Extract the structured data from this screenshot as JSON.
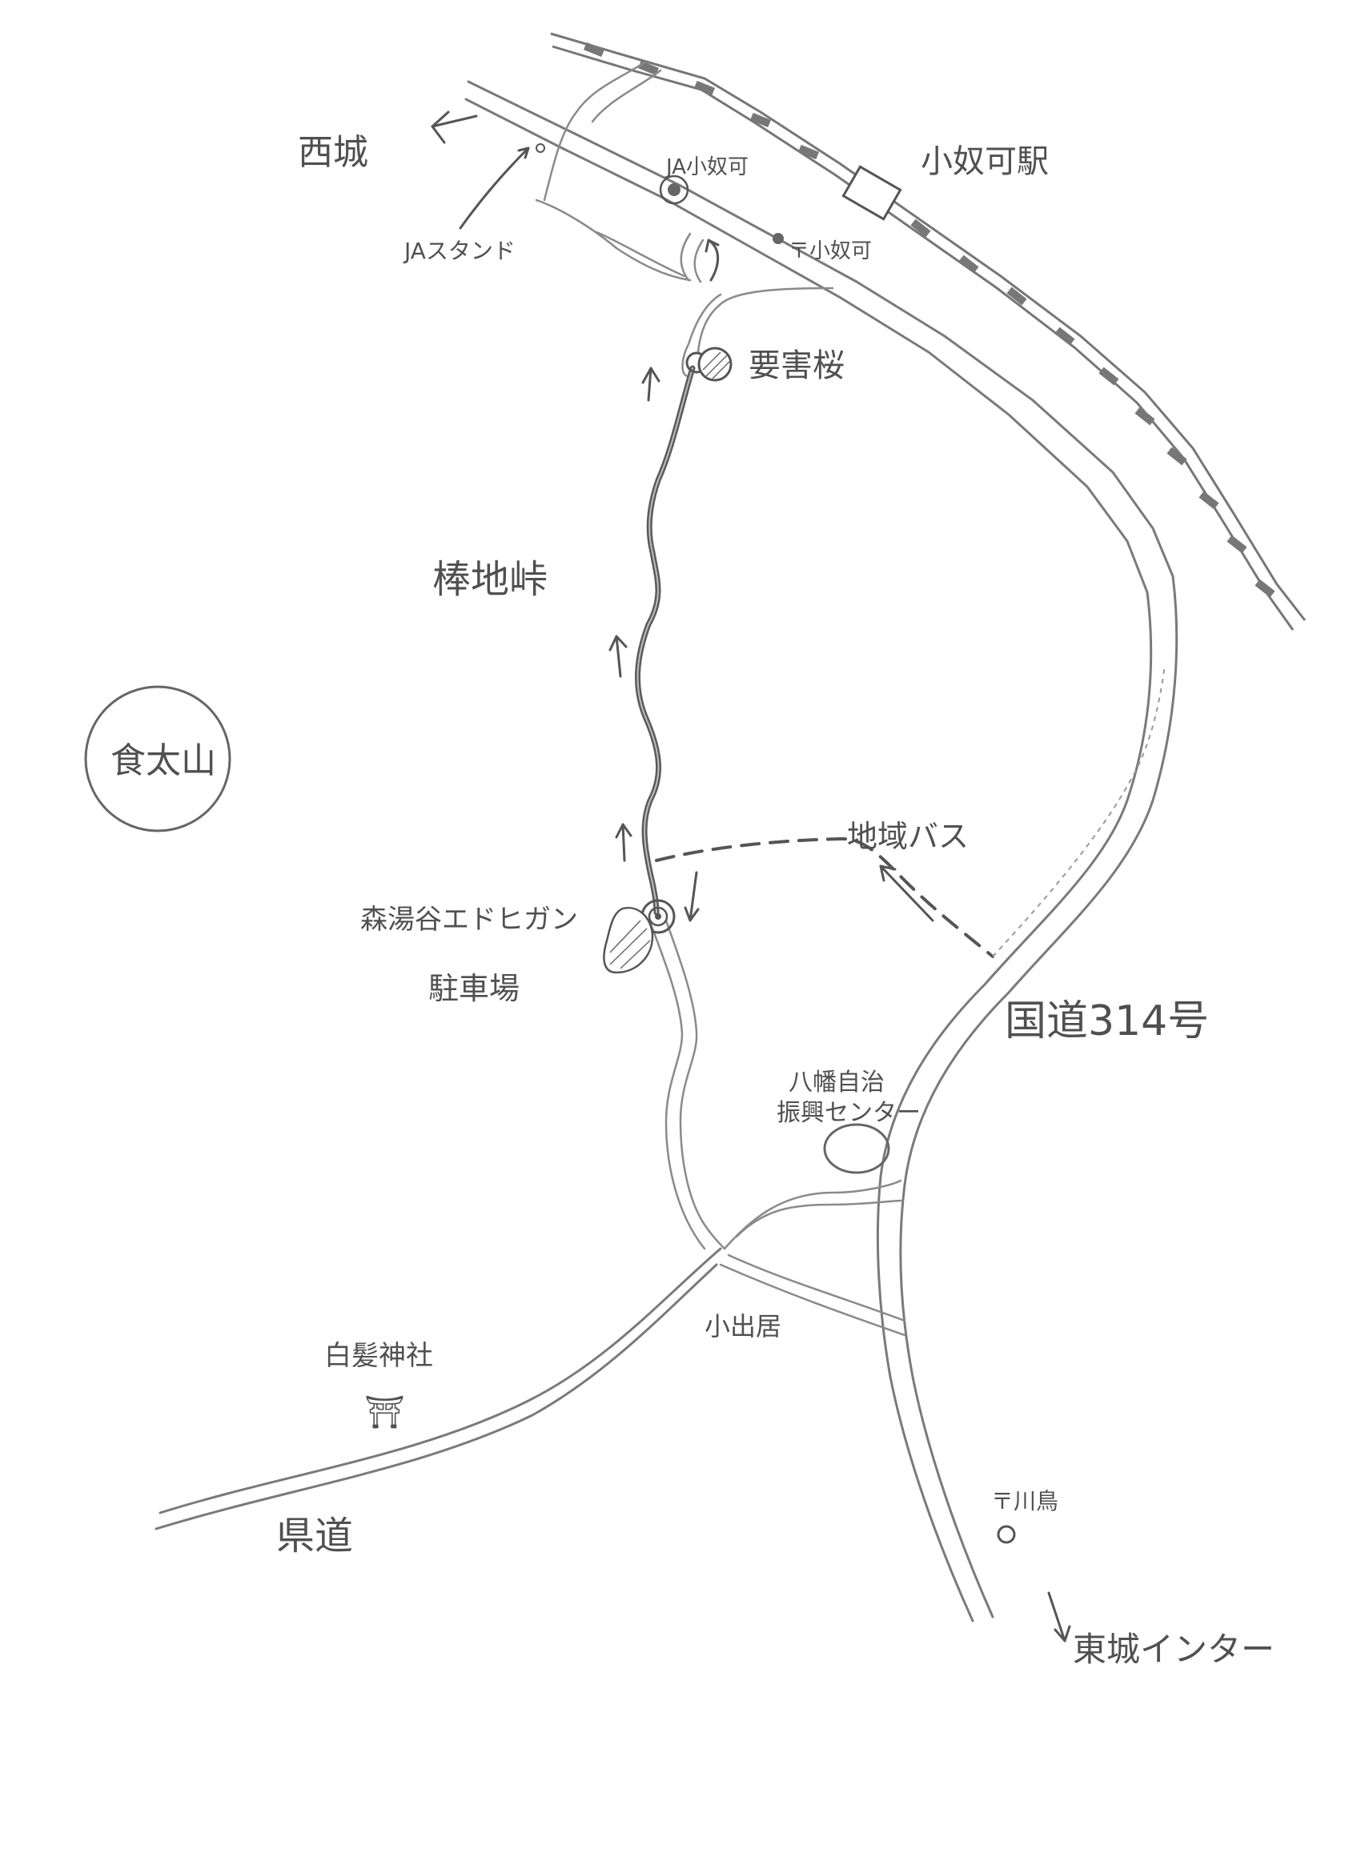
{
  "labels": {
    "nishi_shiro": "西城",
    "ja_stand": "JAスタンド",
    "ja_station_mark": "JA小奴可",
    "post_office": "〒小奴可",
    "station": "小奴可駅",
    "yoshino_sakura": "要害桜",
    "bochi_pass": "棒地峠",
    "mount": "食太山",
    "bus": "地域バス",
    "parking_line1": "森湯谷エドヒガン",
    "parking_line2": "駐車場",
    "national_road": "国道314号",
    "community_line1": "八幡自治",
    "community_line2": "振興センター",
    "kodei": "小出居",
    "shrine": "白髪神社",
    "shrine_mark": "⛩",
    "prefectural_road": "県道",
    "kawashima": "〒川鳥",
    "toujou_ic": "東城インター"
  },
  "icons": {
    "arrow": "arrow-icon",
    "station": "station-icon",
    "shrine": "torii-icon",
    "bus_stop": "bus-stop-icon",
    "sakura": "sakura-icon"
  },
  "colors": {
    "ink": "#505050",
    "road": "#7a7a7a",
    "trail": "#5a5a5a",
    "paper": "#ffffff"
  }
}
